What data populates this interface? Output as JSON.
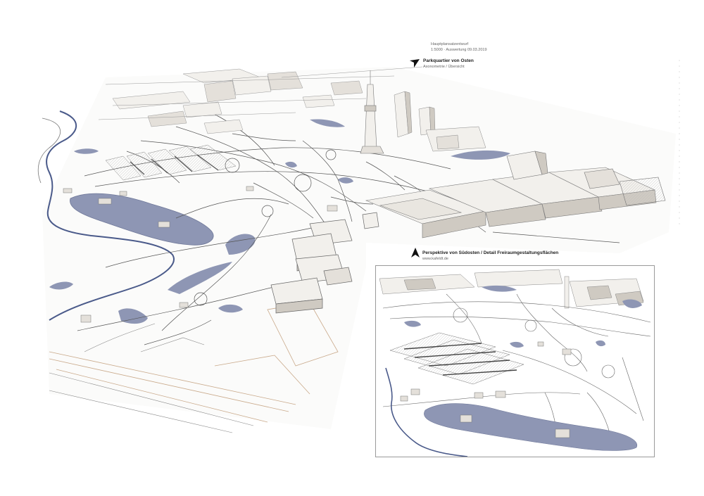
{
  "header": {
    "line1": "Hauptplansatzentwurf",
    "line2": "1:5000 · Auswertung 09.03.2019"
  },
  "main_view": {
    "title": "Parkquartier von Osten",
    "subtitle": "Axonometrie / Übersicht"
  },
  "inset_view": {
    "title": "Perspektive von Südosten / Detail Freiraumgestaltungsflächen",
    "subtitle": "www.kafeldt.de"
  },
  "colors": {
    "water": "#8e96b4",
    "water_edge": "#6f7899",
    "river": "#4a5a8a",
    "building": "#f2f0ec",
    "building_shade": "#cfcac2",
    "paths": "#555555",
    "plan_lines": "#c9a98a"
  },
  "icons": {
    "north_arrow_main": "north-arrow-icon",
    "north_arrow_inset": "north-arrow-icon"
  }
}
